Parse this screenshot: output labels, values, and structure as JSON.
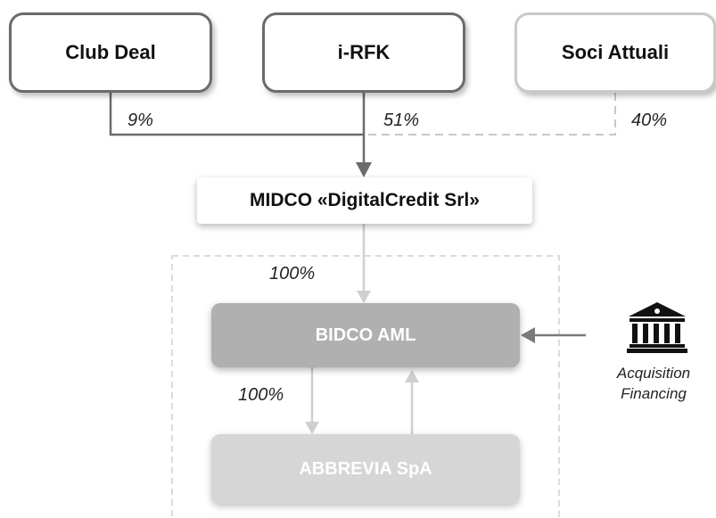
{
  "shareholders": [
    {
      "id": "club-deal",
      "name": "Club Deal",
      "share": "9%"
    },
    {
      "id": "i-rfk",
      "name": "i-RFK",
      "share": "51%"
    },
    {
      "id": "soci-attuali",
      "name": "Soci Attuali",
      "share": "40%"
    }
  ],
  "midco": {
    "name": "MIDCO «DigitalCredit Srl»"
  },
  "bidco": {
    "name": "BIDCO AML",
    "share": "100%"
  },
  "target": {
    "name": "ABBREVIA SpA",
    "share": "100%"
  },
  "financing": {
    "line1": "Acquisition",
    "line2": "Financing",
    "icon": "bank-icon"
  },
  "colors": {
    "dark_line": "#6b6b6b",
    "light_line": "#c8c8c8",
    "bidco": "#b0b0b0",
    "abbrevia": "#d6d6d6"
  }
}
